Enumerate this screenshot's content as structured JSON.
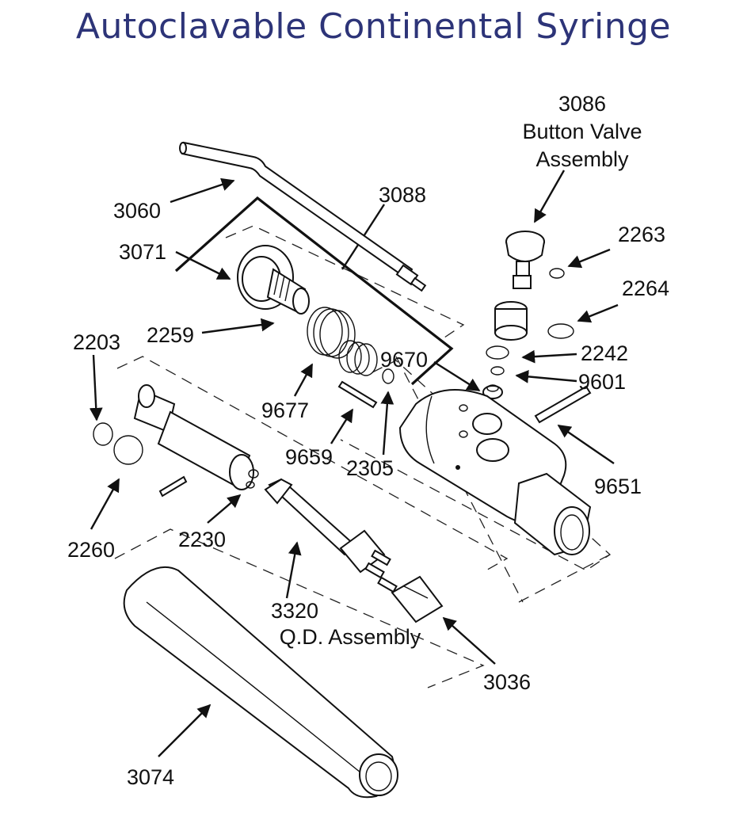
{
  "title": "Autoclavable Continental Syringe",
  "colors": {
    "title": "#2d3478",
    "line": "#111111",
    "background": "#ffffff"
  },
  "parts": {
    "p3086": {
      "number": "3086",
      "name_line1": "Button Valve",
      "name_line2": "Assembly"
    },
    "p3060": {
      "number": "3060"
    },
    "p3088": {
      "number": "3088"
    },
    "p3071": {
      "number": "3071"
    },
    "p2263": {
      "number": "2263"
    },
    "p2264": {
      "number": "2264"
    },
    "p2259": {
      "number": "2259"
    },
    "p2203": {
      "number": "2203"
    },
    "p9670": {
      "number": "9670"
    },
    "p2242": {
      "number": "2242"
    },
    "p9601": {
      "number": "9601"
    },
    "p9677": {
      "number": "9677"
    },
    "p9659": {
      "number": "9659"
    },
    "p2305": {
      "number": "2305"
    },
    "p9651": {
      "number": "9651"
    },
    "p2260": {
      "number": "2260"
    },
    "p2230": {
      "number": "2230"
    },
    "p3320": {
      "number": "3320",
      "name": "Q.D. Assembly"
    },
    "p3036": {
      "number": "3036"
    },
    "p3074": {
      "number": "3074"
    }
  }
}
